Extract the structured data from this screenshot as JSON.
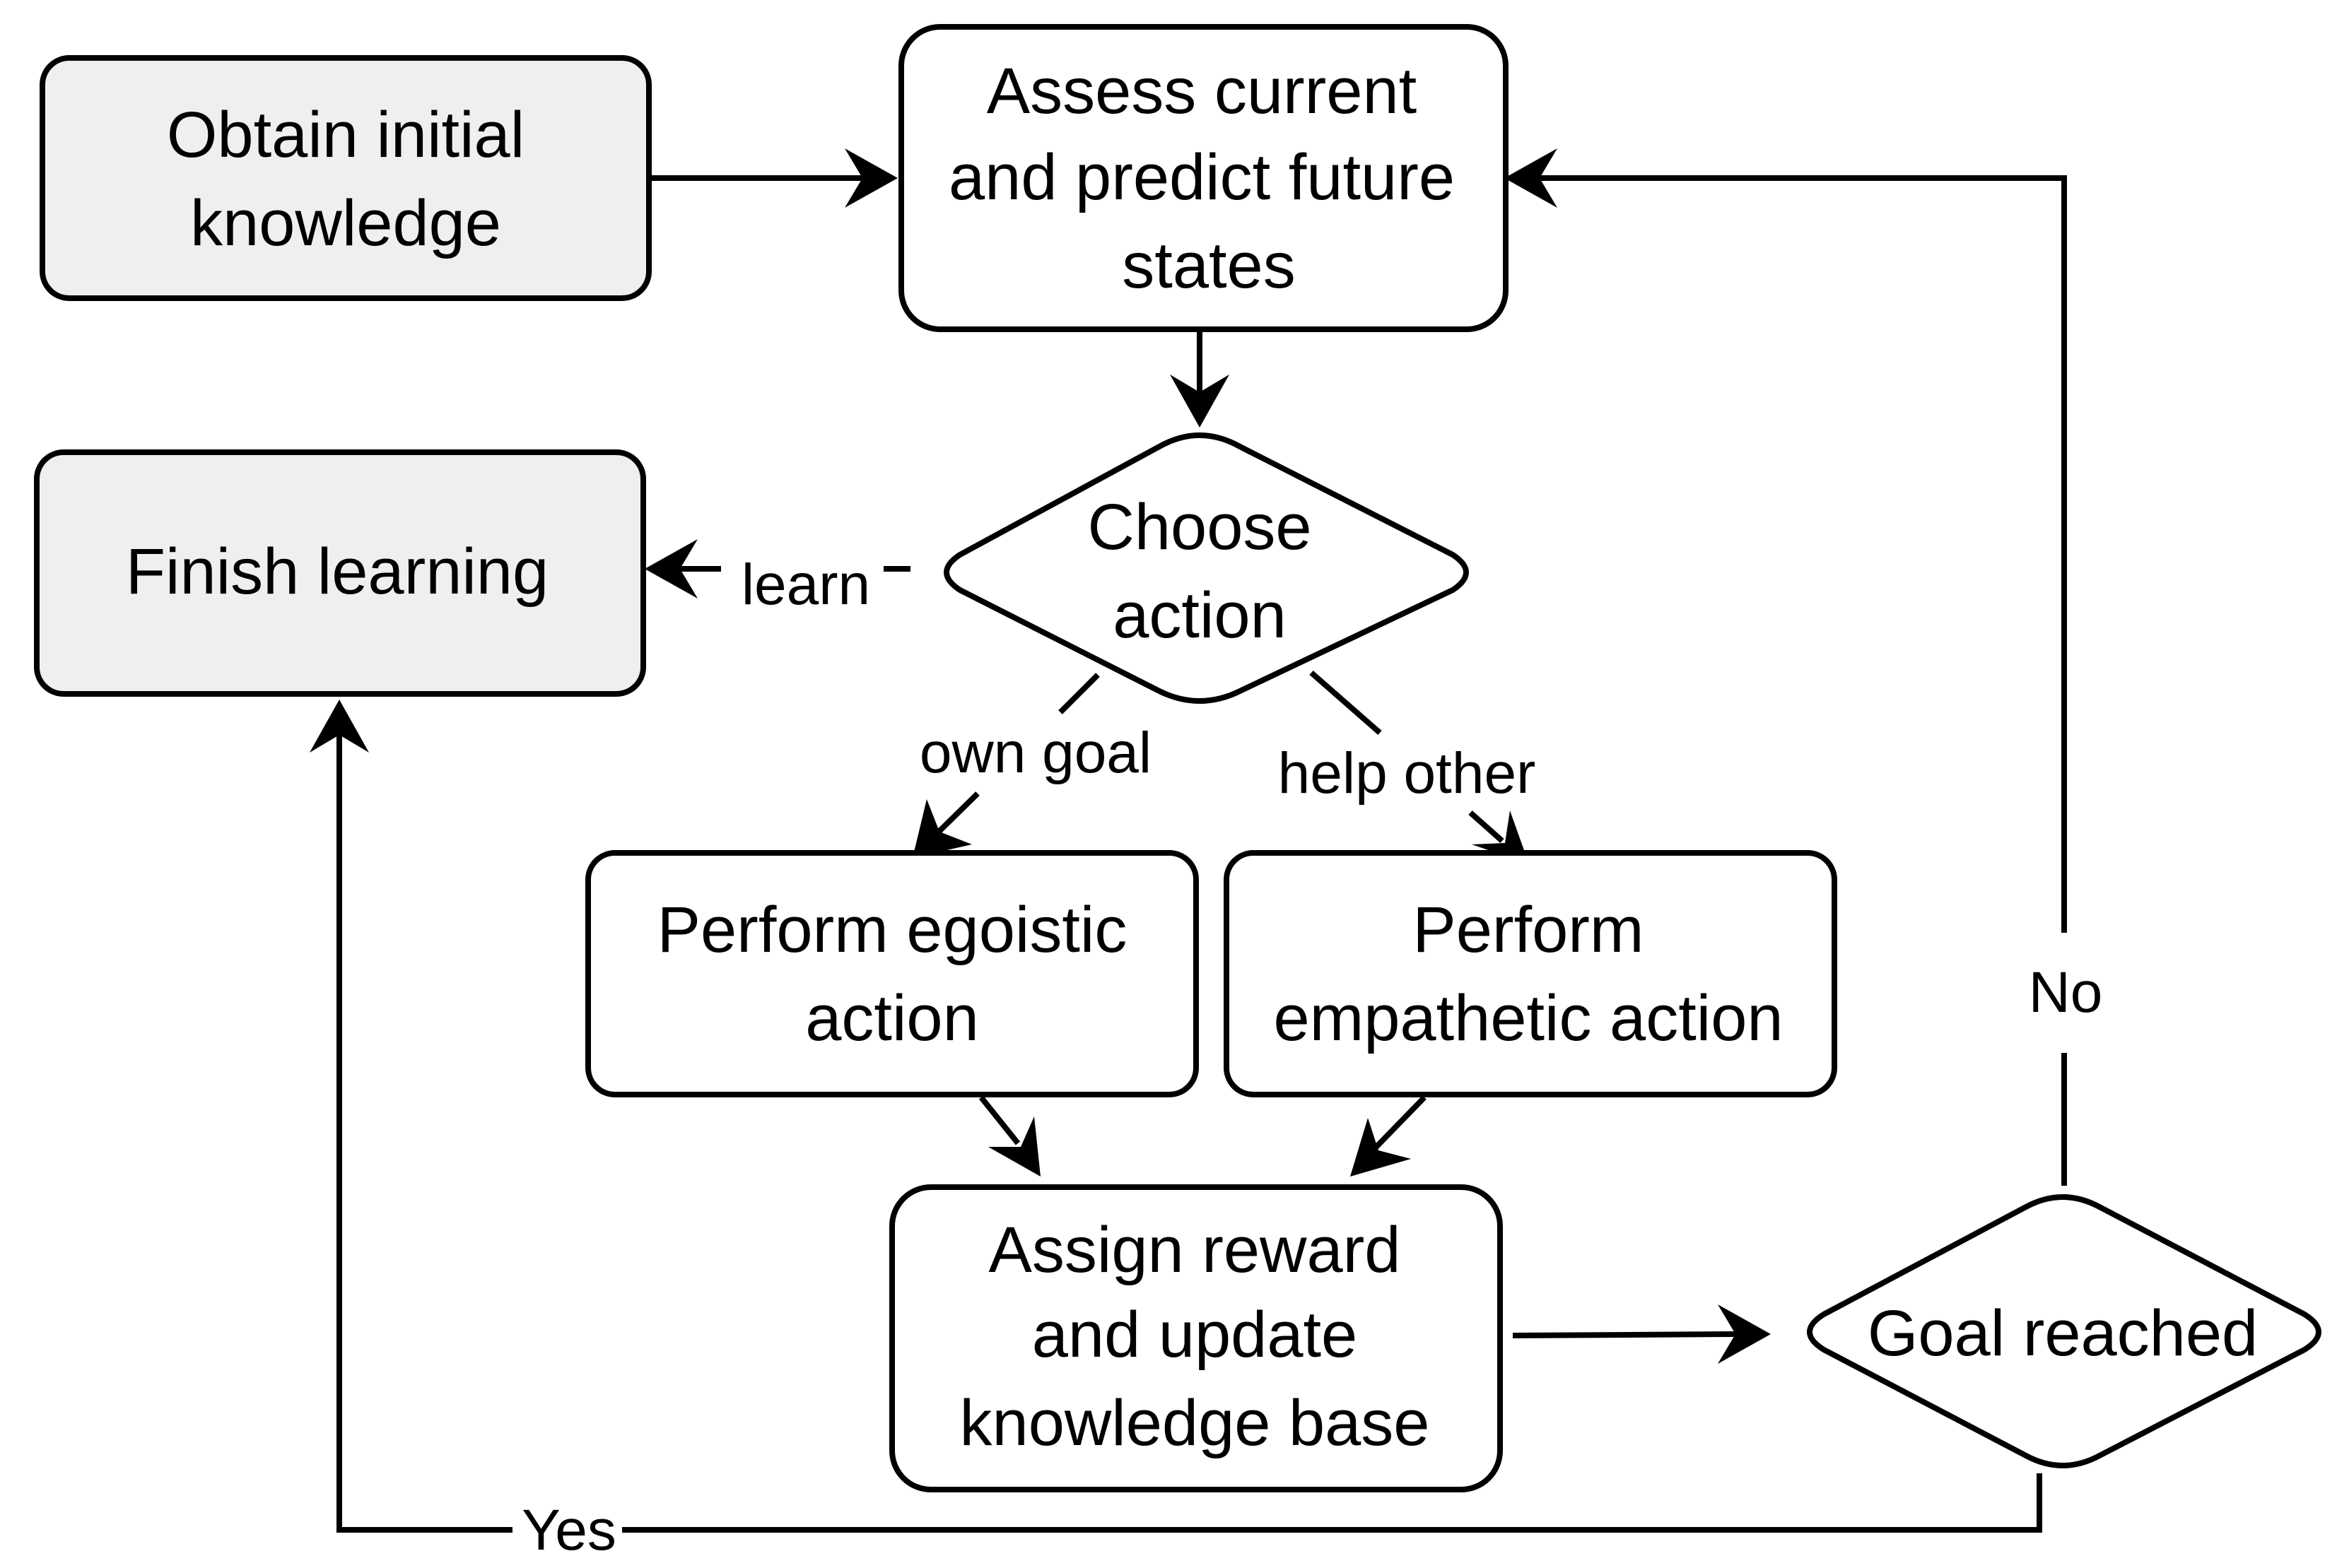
{
  "nodes": {
    "obtain": {
      "lines": [
        "Obtain initial",
        "knowledge"
      ],
      "fill": "#efefef"
    },
    "assess": {
      "lines": [
        "Assess current",
        "and predict future",
        "states"
      ],
      "fill": "#ffffff"
    },
    "finish": {
      "lines": [
        "Finish learning"
      ],
      "fill": "#efefef"
    },
    "choose": {
      "lines": [
        "Choose",
        "action"
      ],
      "fill": "#ffffff"
    },
    "egoistic": {
      "lines": [
        "Perform egoistic",
        "action"
      ],
      "fill": "#ffffff"
    },
    "empathetic": {
      "lines": [
        "Perform",
        "empathetic action"
      ],
      "fill": "#ffffff"
    },
    "assign": {
      "lines": [
        "Assign reward",
        "and update",
        "knowledge base"
      ],
      "fill": "#ffffff"
    },
    "goal": {
      "lines": [
        "Goal reached"
      ],
      "fill": "#ffffff"
    }
  },
  "edges": {
    "learn": "learn",
    "own_goal": "own goal",
    "help_other": "help other",
    "no": "No",
    "yes": "Yes"
  }
}
